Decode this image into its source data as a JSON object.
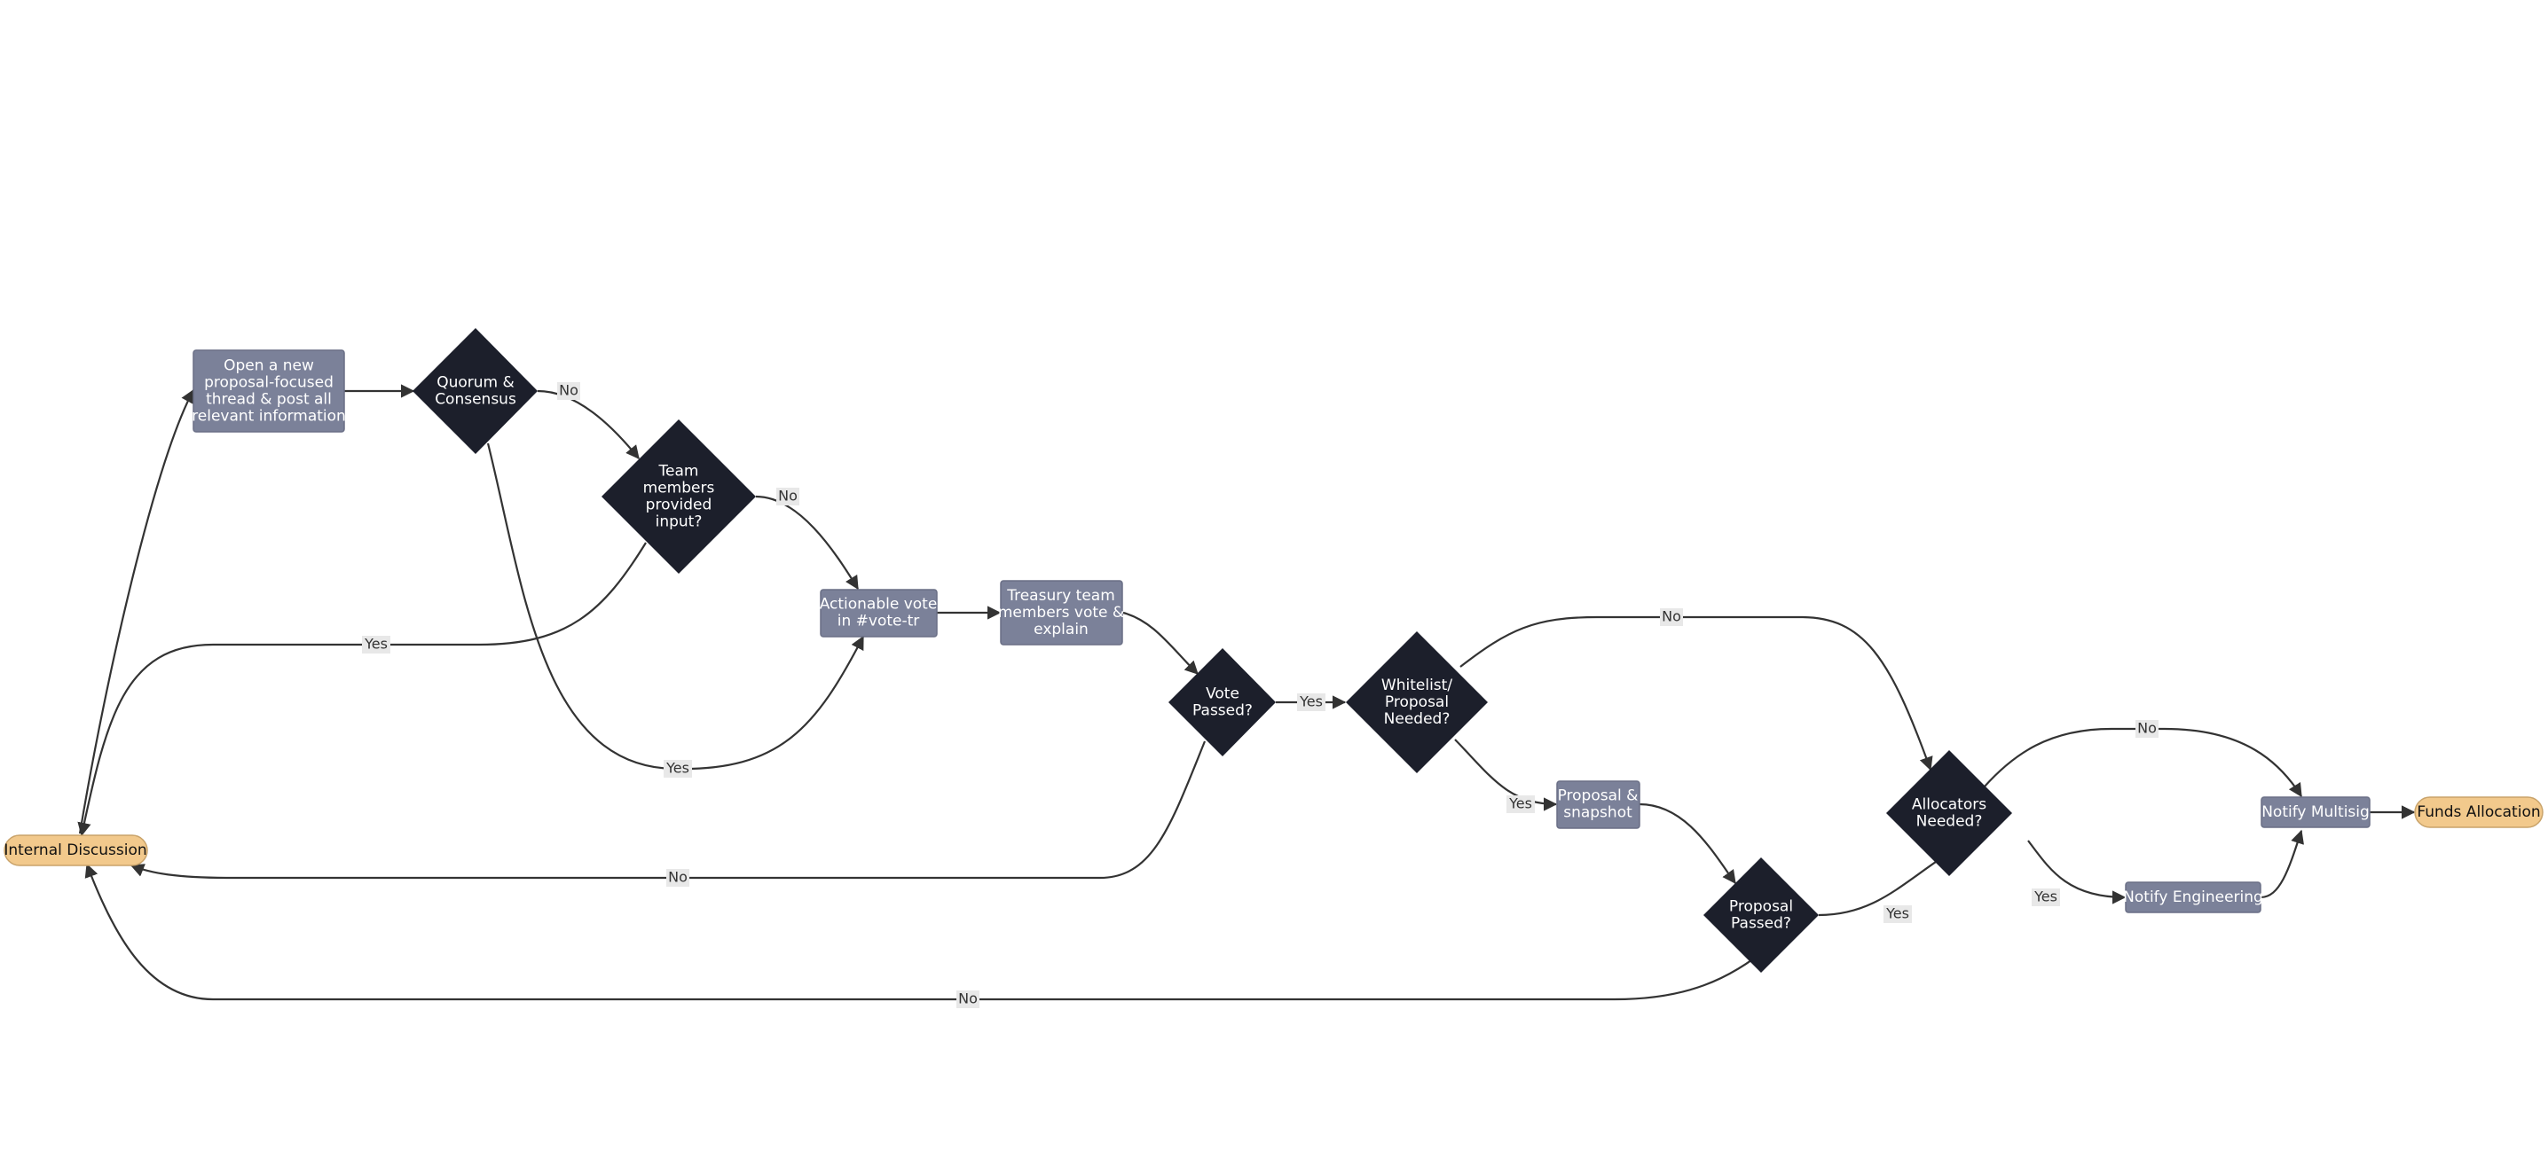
{
  "colors": {
    "process_fill": "#7b8199",
    "process_stroke": "#6a6f86",
    "decision_fill": "#1c1f2b",
    "terminal_fill": "#f2c98c",
    "terminal_stroke": "#c9a36a",
    "edge": "#333333",
    "edge_label_bg": "#e8e8e8"
  },
  "nodes": {
    "internal_discussion": {
      "lines": [
        "Internal Discussion"
      ]
    },
    "open_thread": {
      "lines": [
        "Open a new",
        "proposal-focused",
        "thread & post all",
        "relevant information"
      ]
    },
    "quorum": {
      "lines": [
        "Quorum &",
        "Consensus"
      ]
    },
    "team_input": {
      "lines": [
        "Team",
        "members",
        "provided",
        "input?"
      ]
    },
    "actionable_vote": {
      "lines": [
        "Actionable vote",
        "in #vote-tr"
      ]
    },
    "treasury_vote": {
      "lines": [
        "Treasury team",
        "members vote &",
        "explain"
      ]
    },
    "vote_passed": {
      "lines": [
        "Vote",
        "Passed?"
      ]
    },
    "whitelist": {
      "lines": [
        "Whitelist/",
        "Proposal",
        "Needed?"
      ]
    },
    "proposal_snapshot": {
      "lines": [
        "Proposal &",
        "snapshot"
      ]
    },
    "proposal_passed": {
      "lines": [
        "Proposal",
        "Passed?"
      ]
    },
    "allocators": {
      "lines": [
        "Allocators",
        "Needed?"
      ]
    },
    "notify_multisig": {
      "lines": [
        "Notify Multisig"
      ]
    },
    "notify_engineering": {
      "lines": [
        "Notify Engineering"
      ]
    },
    "funds_allocation": {
      "lines": [
        "Funds Allocation"
      ]
    }
  },
  "edge_labels": {
    "quorum_no": "No",
    "quorum_yes": "Yes",
    "team_no": "No",
    "team_yes": "Yes",
    "vote_yes": "Yes",
    "vote_no": "No",
    "whitelist_no": "No",
    "whitelist_yes": "Yes",
    "proposal_yes": "Yes",
    "proposal_no": "No",
    "allocators_no": "No",
    "allocators_yes": "Yes"
  }
}
